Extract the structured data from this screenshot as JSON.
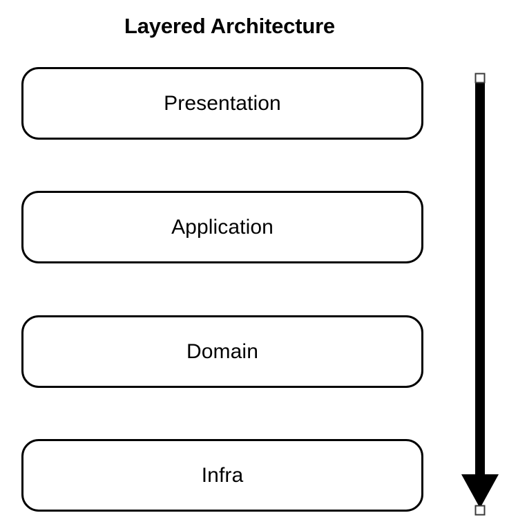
{
  "diagram": {
    "title": "Layered Architecture",
    "background_color": "#ffffff",
    "stroke_color": "#000000",
    "fill_color": "#ffffff",
    "layers": [
      {
        "label": "Presentation"
      },
      {
        "label": "Application"
      },
      {
        "label": "Domain"
      },
      {
        "label": "Infra"
      }
    ],
    "arrow": {
      "name": "dependency-direction-arrow",
      "direction": "down",
      "color": "#000000",
      "start_handle": "square-handle",
      "end_handle": "square-handle"
    }
  }
}
